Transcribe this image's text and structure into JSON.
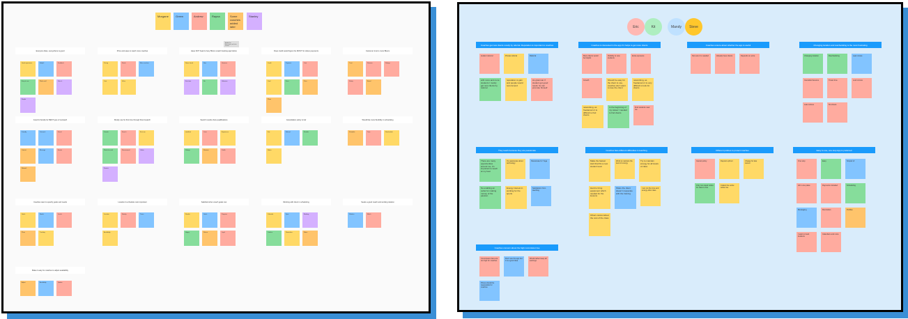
{
  "colors": {
    "yellow": "#ffd966",
    "blue": "#82c4ff",
    "pink": "#ffab9f",
    "green": "#86dd9b",
    "orange": "#ffc46b",
    "purple": "#d4b0ff",
    "header_blue": "#1a9bfc"
  },
  "left_board": {
    "people": [
      {
        "name": "Morgane",
        "color": "#ffd966"
      },
      {
        "name": "Green",
        "color": "#82c4ff"
      },
      {
        "name": "Andrew",
        "color": "#ffab9f"
      },
      {
        "name": "Rayna",
        "color": "#86dd9b"
      },
      {
        "name": "Some coaches added later",
        "color": "#ffc46b"
      },
      {
        "name": "Stanley",
        "color": "#d4b0ff"
      }
    ],
    "comment_note": "Added for discussion on later review",
    "sections": [
      {
        "title": "Everyone likes, everywhere is good",
        "notes": [
          [
            "y",
            "Good experience"
          ],
          [
            "b",
            "Helpful"
          ],
          [
            "p",
            "Feedback"
          ],
          [
            "g",
            "Easy to use"
          ],
          [
            "o",
            "Works well"
          ],
          [
            "u",
            "Likes it"
          ],
          [
            "u",
            "Simple"
          ]
        ]
      },
      {
        "title": "Price and ease to reach more coaches",
        "notes": [
          [
            "y",
            "Pricing"
          ],
          [
            "p",
            "Reach"
          ],
          [
            "b",
            "More coaches"
          ],
          [
            "y",
            "Cost"
          ],
          [
            "y",
            "Value"
          ]
        ]
      },
      {
        "title": "Have NOT heard of any Bloom coach booking app before",
        "notes": [
          [
            "y",
            "Never heard"
          ],
          [
            "b",
            "New"
          ],
          [
            "p",
            "Unaware"
          ],
          [
            "u",
            "First time"
          ],
          [
            "g",
            "No"
          ],
          [
            "u",
            "Unknown"
          ]
        ]
      },
      {
        "title": "Does credit would figure the MOST for where payments",
        "notes": [
          [
            "y",
            "Credit"
          ],
          [
            "b",
            "Payment"
          ],
          [
            "p",
            "Cost"
          ],
          [
            "y",
            "Card"
          ],
          [
            "g",
            "Fees"
          ],
          [
            "o",
            "Price"
          ],
          [
            "o",
            "Plans"
          ]
        ]
      },
      {
        "title": "Customer trust is more Bloom",
        "notes": [
          [
            "o",
            "Trust"
          ],
          [
            "p",
            "Reviews"
          ],
          [
            "p",
            "Ratings"
          ],
          [
            "p",
            "Safety"
          ],
          [
            "o",
            "Brand"
          ]
        ]
      },
      {
        "title": "Good & friendly for BEST type of outreach",
        "notes": [
          [
            "b",
            "Friendly"
          ],
          [
            "b",
            "Outreach"
          ],
          [
            "p",
            "Social"
          ],
          [
            "o",
            "Contact"
          ],
          [
            "b",
            "Message"
          ],
          [
            "p",
            "Events"
          ],
          [
            "o",
            "Network"
          ]
        ]
      },
      {
        "title": "Mostly use for first time through friend search",
        "notes": [
          [
            "g",
            "Friends"
          ],
          [
            "p",
            "Search"
          ],
          [
            "y",
            "First use"
          ],
          [
            "g",
            "Word of mouth"
          ],
          [
            "p",
            "Recommend"
          ],
          [
            "u",
            "Online"
          ],
          [
            "u",
            "Forums"
          ]
        ]
      },
      {
        "title": "Search results show qualifications",
        "notes": [
          [
            "y",
            "Qualified"
          ],
          [
            "p",
            "Certs"
          ],
          [
            "y",
            "Experience"
          ],
          [
            "g",
            "Ratings"
          ],
          [
            "o",
            "Reviews"
          ],
          [
            "p",
            "Profile"
          ]
        ]
      },
      {
        "title": "Cancellation policy is fair",
        "notes": [
          [
            "y",
            "Fair"
          ],
          [
            "b",
            "Refund"
          ],
          [
            "g",
            "Flexible"
          ],
          [
            "y",
            "Notice"
          ]
        ]
      },
      {
        "title": "Would like more flexibility in scheduling",
        "notes": [
          [
            "o",
            "Schedule"
          ],
          [
            "p",
            "Time"
          ],
          [
            "y",
            "Reschedule"
          ]
        ]
      },
      {
        "title": "Coaches want to specify goals and needs",
        "notes": [
          [
            "y",
            "Goals"
          ],
          [
            "b",
            "Needs"
          ],
          [
            "p",
            "Levels"
          ],
          [
            "o",
            "Plans"
          ],
          [
            "y",
            "Tracking"
          ]
        ]
      },
      {
        "title": "Location & schedule most important",
        "notes": [
          [
            "y",
            "Location"
          ],
          [
            "p",
            "Nearby"
          ],
          [
            "b",
            "Times"
          ],
          [
            "y",
            "Availability"
          ]
        ]
      },
      {
        "title": "Satisfied when coach goals met",
        "notes": [
          [
            "y",
            "Results"
          ],
          [
            "b",
            "Goals"
          ],
          [
            "p",
            "Progress"
          ],
          [
            "g",
            "Happy"
          ],
          [
            "o",
            "Return"
          ],
          [
            "p",
            "Loyal"
          ]
        ]
      },
      {
        "title": "Working with client in scheduling",
        "notes": [
          [
            "y",
            "Calendar"
          ],
          [
            "b",
            "Sync"
          ],
          [
            "u",
            "Booking"
          ],
          [
            "g",
            "Confirm"
          ],
          [
            "y",
            "Reminders"
          ],
          [
            "o",
            "Notes"
          ]
        ]
      },
      {
        "title": "Seeks a good coach and working relation",
        "notes": [
          [
            "b",
            "Relation"
          ],
          [
            "p",
            "Match"
          ]
        ]
      },
      {
        "title": "Make it easy for coaches to adjust availability",
        "notes": [
          [
            "o",
            "Adjust"
          ],
          [
            "b",
            "Availability"
          ],
          [
            "p",
            "Update"
          ]
        ]
      }
    ]
  },
  "right_board": {
    "people": [
      {
        "name": "Eric",
        "color": "#ffb8b3"
      },
      {
        "name": "Kit",
        "color": "#aeeec0"
      },
      {
        "name": "Mandy",
        "color": "#bfe1ff"
      },
      {
        "name": "Steve",
        "color": "#ffc72c"
      }
    ],
    "sections": [
      {
        "title": "Coaches get new clients mostly by referral. Reputation is important to coaches",
        "notes": [
          [
            "p",
            "student referral"
          ],
          [
            "y",
            "Private referral"
          ],
          [
            "b",
            "Referral"
          ],
          [
            "g",
            "with more and more students I mostly get new clients by referral"
          ],
          [
            "y",
            "reputation is gain and people would recommend"
          ],
          [
            "p",
            "As grammar if student got good result, he can promote himself"
          ]
        ]
      },
      {
        "title": "Coaches is interested in the app if it helps to get more clients",
        "notes": [
          [
            "p",
            "More clients would be helpful"
          ],
          [
            "p",
            "Visibility to new students"
          ],
          [
            "p",
            "Extra exposure"
          ],
          [
            "p",
            "Growth"
          ],
          [
            "y",
            "Should be easy for the client to use, coaches don't want to lose the client"
          ],
          [
            "y",
            "networking, as freelancers it is very difficult to look for clients"
          ],
          [
            "y",
            "networking, as freelancers it is difficult to find clients"
          ],
          [
            "g",
            "In the beginning of my career I needed to find clients"
          ],
          [
            "p",
            "Find students near me"
          ]
        ]
      },
      {
        "title": "Coaches unsure about whether the app is useful",
        "notes": [
          [
            "p",
            "Not sure it is needed"
          ],
          [
            "p",
            "Already have clients"
          ],
          [
            "p",
            "Depends on price"
          ]
        ]
      },
      {
        "title": "Changing location and rescheduling is the most frustrating",
        "notes": [
          [
            "g",
            "Changing location"
          ],
          [
            "g",
            "Rescheduling"
          ],
          [
            "b",
            "Last minute"
          ],
          [
            "p",
            "Cancelled lessons"
          ],
          [
            "p",
            "Travel time"
          ],
          [
            "p",
            "Lost income"
          ],
          [
            "p",
            "Late notices"
          ],
          [
            "p",
            "No shows"
          ]
        ]
      },
      {
        "title": "They teach because they are passionate",
        "notes": [
          [
            "g",
            "There are many opportunities around me, it's important to teach at my best"
          ],
          [
            "y",
            "It's passionate about technology"
          ],
          [
            "b",
            "Passionate for Yoga"
          ],
          [
            "g",
            "So enabling an outlet for making money of the passion"
          ],
          [
            "y",
            "Energy interest in working for the sports"
          ],
          [
            "b",
            "Satisfaction from teaching"
          ]
        ]
      },
      {
        "title": "Coaches face different difficulties in teaching",
        "notes": [
          [
            "y",
            "Make the fastest start that fits a new student level"
          ],
          [
            "y",
            "Work to maintain the level of energy"
          ],
          [
            "y",
            "Try to maintain energy for all levels of class"
          ],
          [
            "y",
            "Hard to bring equipment which needed for the lessons"
          ],
          [
            "b",
            "Share the client doesn't cooperate with the training"
          ],
          [
            "y",
            "I am not the time and energy after class"
          ],
          [
            "y",
            "Others cancel about the cost of the class"
          ]
        ]
      },
      {
        "title": "Different policies to protect coaches",
        "notes": [
          [
            "p",
            "Cancel policy"
          ],
          [
            "y",
            "Deposit upfront"
          ],
          [
            "y",
            "Charge for late cancel"
          ],
          [
            "g",
            "Only one week notice for class is fine"
          ],
          [
            "y",
            "Collect the entire tuition fee"
          ]
        ]
      },
      {
        "title": "Easy to use, one stop App is preferred",
        "notes": [
          [
            "p",
            "One stop"
          ],
          [
            "g",
            "Easy"
          ],
          [
            "b",
            "Simple UI"
          ],
          [
            "p",
            "All in one place"
          ],
          [
            "p",
            "Payments included"
          ],
          [
            "g",
            "Scheduling"
          ],
          [
            "b",
            "Messaging"
          ],
          [
            "p",
            "Reminders"
          ],
          [
            "o",
            "Profiles"
          ],
          [
            "p",
            "I want to track students"
          ],
          [
            "p",
            "Calendars and more"
          ]
        ]
      },
      {
        "title": "Coaches concern about the high commission fee",
        "notes": [
          [
            "p",
            "Commission fees are too high for coaches"
          ],
          [
            "b",
            "Don't use the app but it is a good idea"
          ],
          [
            "p",
            "Would rather keep all earnings"
          ],
          [
            "b",
            "Prices should be reasonable for coaches"
          ]
        ]
      }
    ]
  }
}
